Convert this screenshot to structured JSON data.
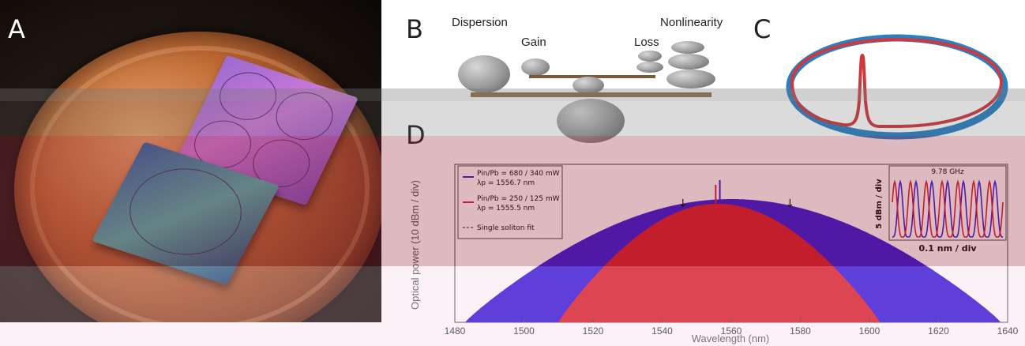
{
  "panels": {
    "a": {
      "letter": "A"
    },
    "b": {
      "letter": "B",
      "dispersion": "Dispersion",
      "gain": "Gain",
      "loss": "Loss",
      "nonlinearity": "Nonlinearity"
    },
    "c": {
      "letter": "C"
    },
    "d": {
      "letter": "D"
    }
  },
  "colors": {
    "blue_series": "#2e12d8",
    "red_series": "#d81a24",
    "ring_red": "#d0383e",
    "ring_blue": "#2a7fc0"
  },
  "chart_data": {
    "type": "area",
    "xlabel": "Wavelength (nm)",
    "ylabel": "Optical power (10 dBm / div)",
    "xlim": [
      1480,
      1640
    ],
    "xticks": [
      "1480",
      "1500",
      "1520",
      "1540",
      "1560",
      "1580",
      "1600",
      "1620",
      "1640"
    ],
    "legend": [
      {
        "line1": "Pin/Pb = 680 / 340 mW",
        "line2": "λp = 1556.7 nm"
      },
      {
        "line1": "Pin/Pb = 250 / 125 mW",
        "line2": "λp = 1555.5 nm"
      },
      {
        "line1": "Single soliton fit"
      }
    ],
    "series": [
      {
        "center": 1560,
        "span": [
          1483,
          1638
        ],
        "peak": 0.78,
        "pump": 1556.7
      },
      {
        "center": 1556,
        "span": [
          1510,
          1603
        ],
        "peak": 0.75,
        "pump": 1555.5
      }
    ],
    "arrows_at": [
      1546,
      1577
    ],
    "inset": {
      "xlabel": "0.1 nm / div",
      "ylabel": "5 dBm / div",
      "annotation": "9.78 GHz"
    }
  }
}
